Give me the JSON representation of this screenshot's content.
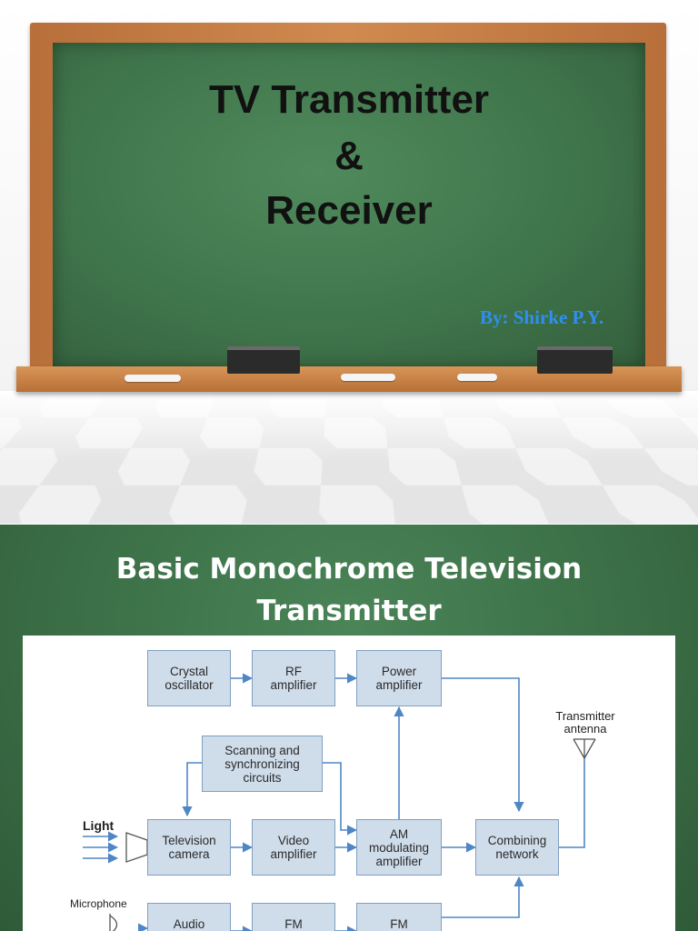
{
  "slide1": {
    "title_line1": "TV Transmitter",
    "title_line2": "&",
    "title_line3": "Receiver",
    "byline": "By: Shirke P.Y."
  },
  "slide2": {
    "title_line1": "Basic Monochrome Television",
    "title_line2": "Transmitter",
    "diagram": {
      "blocks": {
        "crystal_oscillator": "Crystal\noscillator",
        "rf_amplifier": "RF\namplifier",
        "power_amplifier": "Power\namplifier",
        "scanning_circuits": "Scanning and\nsynchronizing\ncircuits",
        "television_camera": "Television\ncamera",
        "video_amplifier": "Video\namplifier",
        "am_modulating_amplifier": "AM\nmodulating\namplifier",
        "combining_network": "Combining\nnetwork",
        "audio_amplifier": "Audio\namplifier",
        "fm_modulating": "FM\nmodulating",
        "fm_sound": "FM\nsound"
      },
      "labels": {
        "transmitter_antenna": "Transmitter\nantenna",
        "light": "Light",
        "microphone": "Microphone"
      },
      "colors": {
        "block_fill": "#cfdcea",
        "block_border": "#7f9fc2",
        "wire": "#4f86c6"
      }
    }
  }
}
